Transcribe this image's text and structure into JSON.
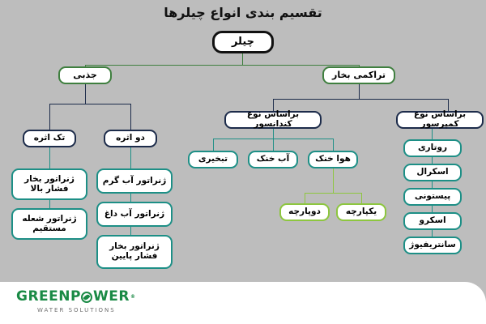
{
  "title": "تقسیم بندی انواع چیلرها",
  "colors": {
    "background": "#bdbdbd",
    "root_border": "#111111",
    "green": "#3f7f3f",
    "navy": "#1c2b4a",
    "teal": "#1d8f86",
    "lime": "#8dc63f",
    "node_fill": "#ffffff",
    "footer_bg": "#ffffff",
    "logo_green": "#1a8a45",
    "logo_sub_gray": "#6f6f6f"
  },
  "tree": {
    "root": {
      "label": "چیلر"
    },
    "level2": [
      {
        "label": "جذبی"
      },
      {
        "label": "تراکمی بخار"
      }
    ],
    "absorption": {
      "branches": [
        {
          "label": "تک اثره"
        },
        {
          "label": "دو اثره"
        }
      ],
      "single_effect_leaves": [
        {
          "label": "ژنراتور بخار فشار بالا"
        },
        {
          "label": "ژنراتور شعله مستقیم"
        }
      ],
      "double_effect_leaves": [
        {
          "label": "ژنراتور آب گرم"
        },
        {
          "label": "ژنراتور آب داغ"
        },
        {
          "label": "ژنراتور بخار فشار پایین"
        }
      ]
    },
    "compression": {
      "branches": [
        {
          "label": "براساس نوع کندانسور"
        },
        {
          "label": "براساس نوع کمپرسور"
        }
      ],
      "condenser_types": [
        {
          "label": "تبخیری"
        },
        {
          "label": "آب خنک"
        },
        {
          "label": "هوا خنک"
        }
      ],
      "air_cooled_subtypes": [
        {
          "label": "دوپارچه"
        },
        {
          "label": "یکپارچه"
        }
      ],
      "compressor_types": [
        {
          "label": "روتاری"
        },
        {
          "label": "اسکرال"
        },
        {
          "label": "پیستونی"
        },
        {
          "label": "اسکرو"
        },
        {
          "label": "سانتریفیوژ"
        }
      ]
    }
  },
  "footer": {
    "logo_pre": "GREENP",
    "logo_post": "WER",
    "logo_tm": "®",
    "logo_subtitle": "WATER SOLUTIONS"
  }
}
